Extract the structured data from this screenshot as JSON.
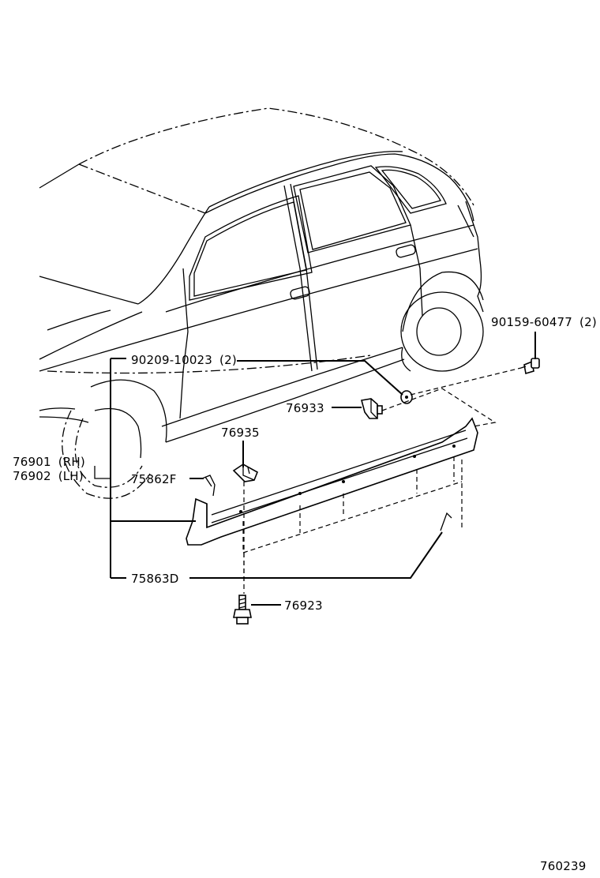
{
  "diagram_id": "760239",
  "parts": {
    "bolt_top": {
      "number": "90159-60477",
      "qty": "(2)"
    },
    "screw": {
      "number": "90209-10023",
      "qty": "(2)"
    },
    "clip_a": {
      "number": "76933"
    },
    "clip_b": {
      "number": "76935"
    },
    "molding_rh": {
      "number": "76901",
      "side": "(RH)"
    },
    "molding_lh": {
      "number": "76902",
      "side": "(LH)"
    },
    "bracket_f": {
      "number": "75862F"
    },
    "bracket_d": {
      "number": "75863D"
    },
    "bolt_bottom": {
      "number": "76923"
    }
  }
}
